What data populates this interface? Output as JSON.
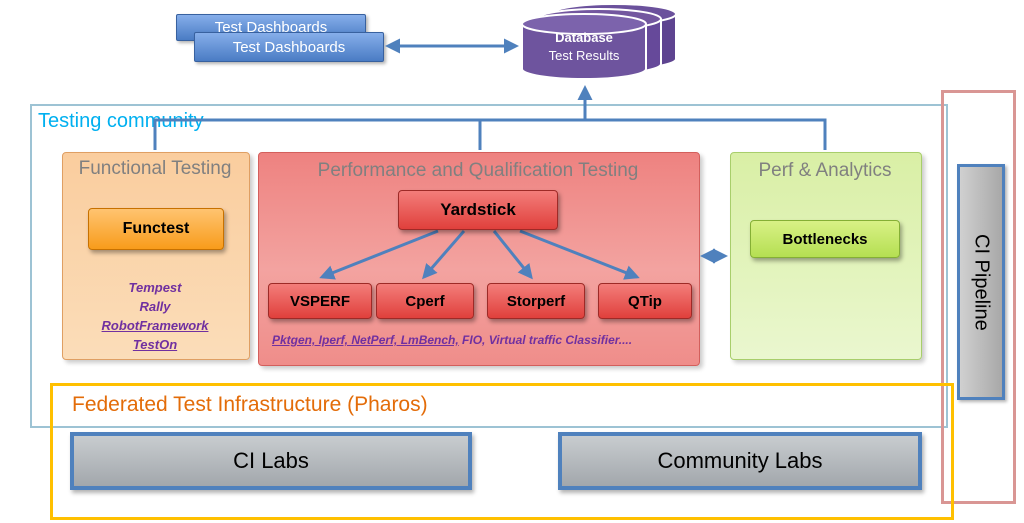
{
  "dashboards": {
    "front": "Test Dashboards",
    "back": "Test Dashboards"
  },
  "database": {
    "title": "Database",
    "subtitle": "Test Results"
  },
  "testing_community": {
    "label": "Testing community"
  },
  "functional": {
    "title": "Functional Testing",
    "button": "Functest",
    "tools": [
      "Tempest",
      "Rally",
      "RobotFramework",
      "TestOn"
    ]
  },
  "performance": {
    "title": "Performance and Qualification Testing",
    "main_button": "Yardstick",
    "buttons": [
      "VSPERF",
      "Cperf",
      "Storperf",
      "QTip"
    ],
    "note_underlined": "Pktgen, Iperf, NetPerf, LmBench,",
    "note_rest": " FIO, Virtual traffic Classifier...."
  },
  "analytics": {
    "title": "Perf & Analytics",
    "button": "Bottlenecks"
  },
  "ci_pipeline": {
    "label": "CI Pipeline"
  },
  "federated": {
    "title": "Federated Test Infrastructure (Pharos)",
    "ci_labs": "CI Labs",
    "community_labs": "Community Labs"
  },
  "colors": {
    "arrow": "#4F81BD",
    "community_border": "#9DC3D4",
    "community_label": "#00B0F0",
    "federated_border": "#FFC000",
    "federated_title": "#E36C09",
    "pipeline_frame": "#D99694",
    "tools_text": "#7030A0",
    "database_fill": "#6E549E"
  }
}
